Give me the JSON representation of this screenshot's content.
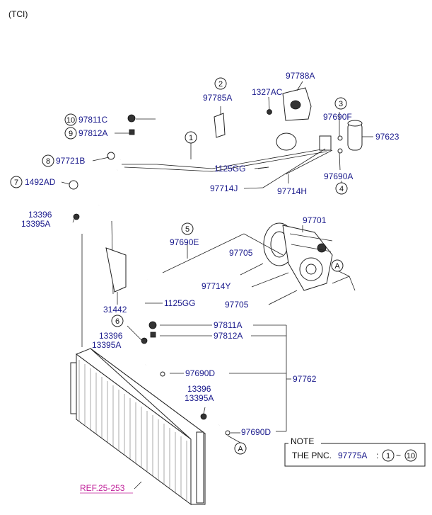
{
  "header": {
    "variant": "(TCI)"
  },
  "callouts": {
    "c1": "1",
    "c2": "2",
    "c3": "3",
    "c4": "4",
    "c5": "5",
    "c6": "6",
    "c7": "7",
    "c8": "8",
    "c9": "9",
    "c10": "10",
    "cA": "A"
  },
  "parts": {
    "p97788A": "97788A",
    "p97785A": "97785A",
    "p1327AC": "1327AC",
    "p97690F": "97690F",
    "p97623": "97623",
    "p97811C": "97811C",
    "p97812A_top": "97812A",
    "p97721B": "97721B",
    "p1125GG_top": "1125GG",
    "p97690A": "97690A",
    "p1492AD": "1492AD",
    "p97714J": "97714J",
    "p97714H": "97714H",
    "p13396_a": "13396",
    "p13395A_a": "13395A",
    "p97701": "97701",
    "p97690E": "97690E",
    "p97705_a": "97705",
    "p97714Y": "97714Y",
    "p97705_b": "97705",
    "p31442": "31442",
    "p1125GG_bot": "1125GG",
    "p97811A": "97811A",
    "p97812A_bot": "97812A",
    "p13396_b": "13396",
    "p13395A_b": "13395A",
    "p97690D_a": "97690D",
    "p97762": "97762",
    "p13396_c": "13396",
    "p13395A_c": "13395A",
    "p97690D_b": "97690D"
  },
  "note": {
    "title": "NOTE",
    "prefix": "THE PNC.",
    "pnc": "97775A",
    "colon": ":",
    "from": "1",
    "tilde": "~",
    "to": "10"
  },
  "reference": "REF.25-253"
}
